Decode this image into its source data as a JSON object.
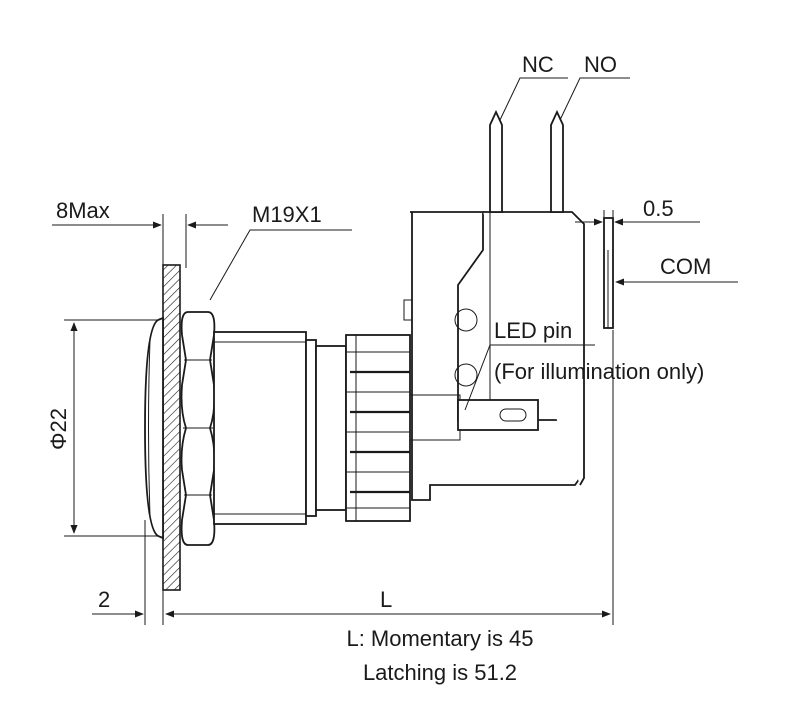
{
  "labels": {
    "nc": "NC",
    "no": "NO",
    "com": "COM",
    "max_thickness": "8Max",
    "thread": "M19X1",
    "gap": "0.5",
    "led_pin": "LED pin",
    "led_note": "(For illumination only)",
    "diameter": "Φ22",
    "bezel": "2",
    "length": "L",
    "note_momentary": "L: Momentary is 45",
    "note_latching": "Latching is 51.2"
  },
  "colors": {
    "line": "#1a1a1a",
    "hatch": "#1a1a1a",
    "background": "#ffffff"
  }
}
